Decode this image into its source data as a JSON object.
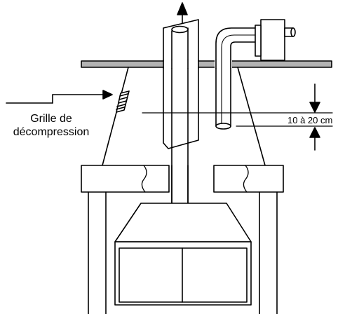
{
  "labels": {
    "grille_line1": "Grille de",
    "grille_line2": "décompression",
    "distance": "10 à 20 cm"
  },
  "colors": {
    "stroke": "#000000",
    "shelf_fill": "#b3b3b3",
    "background": "#ffffff"
  }
}
